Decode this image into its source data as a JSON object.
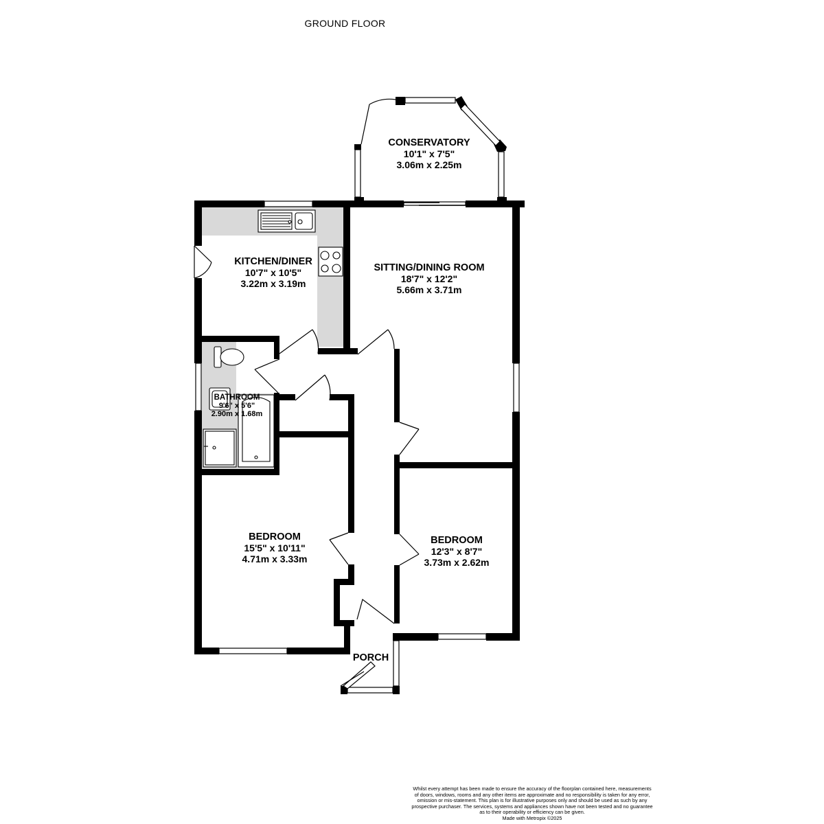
{
  "floor_title": "GROUND FLOOR",
  "rooms": {
    "conservatory": {
      "name": "CONSERVATORY",
      "imperial": "10'1\"  x 7'5\"",
      "metric": "3.06m  x 2.25m"
    },
    "kitchen": {
      "name": "KITCHEN/DINER",
      "imperial": "10'7\"  x 10'5\"",
      "metric": "3.22m  x 3.19m"
    },
    "sitting": {
      "name": "SITTING/DINING ROOM",
      "imperial": "18'7\"  x 12'2\"",
      "metric": "5.66m  x 3.71m"
    },
    "bathroom": {
      "name": "BATHROOM",
      "imperial": "9'6\"  x 5'6\"",
      "metric": "2.90m  x 1.68m"
    },
    "bedroom1": {
      "name": "BEDROOM",
      "imperial": "15'5\"  x 10'11\"",
      "metric": "4.71m  x 3.33m"
    },
    "bedroom2": {
      "name": "BEDROOM",
      "imperial": "12'3\"  x 8'7\"",
      "metric": "3.73m  x 2.62m"
    },
    "porch": {
      "name": "PORCH"
    }
  },
  "disclaimer": [
    "Whilst every attempt has been made to ensure the accuracy of the floorplan contained here, measurements",
    "of doors, windows, rooms and any other items are approximate and no responsibility is taken for any error,",
    "omission or mis-statement. This plan is for illustrative purposes only and should be used as such by any",
    "prospective purchaser. The services, systems and appliances shown have not been tested and no guarantee",
    "as to their operability or efficiency can be given.",
    "Made with Metropix ©2025"
  ],
  "colors": {
    "wall": "#000000",
    "fixture_fill": "#d9d9d9",
    "background": "#ffffff"
  }
}
